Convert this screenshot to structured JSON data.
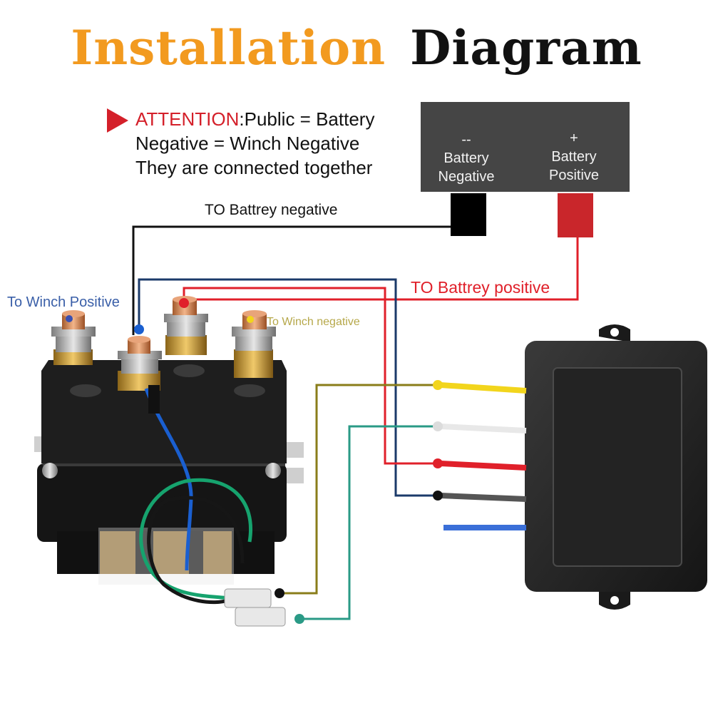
{
  "title": {
    "word1": "Installation",
    "word2": "Diagram"
  },
  "attention": {
    "prefix": "ATTENTION",
    "line1_rest": ":Public = Battery",
    "line2": "Negative = Winch Negative",
    "line3": "They are connected together"
  },
  "battery": {
    "negative_sign": "--",
    "negative_label_1": "Battery",
    "negative_label_2": "Negative",
    "positive_sign": "+",
    "positive_label_1": "Battery",
    "positive_label_2": "Positive"
  },
  "labels": {
    "to_battery_negative": "TO Battrey negative",
    "to_battery_positive": "TO Battrey positive",
    "to_winch_positive": "To Winch Positive",
    "to_winch_negative": "To Winch negative"
  },
  "colors": {
    "title_accent": "#f29a1f",
    "attention_red": "#d4202a",
    "battery_box": "#454545",
    "wire_black": "#111111",
    "wire_red": "#e0202a",
    "wire_blue": "#1a5fd0",
    "wire_yellow": "#f2d51c",
    "wire_teal": "#2a9a86",
    "wire_olive": "#8a7d1a",
    "label_blue": "#3a5fa8",
    "label_olive": "#b6a84a"
  }
}
